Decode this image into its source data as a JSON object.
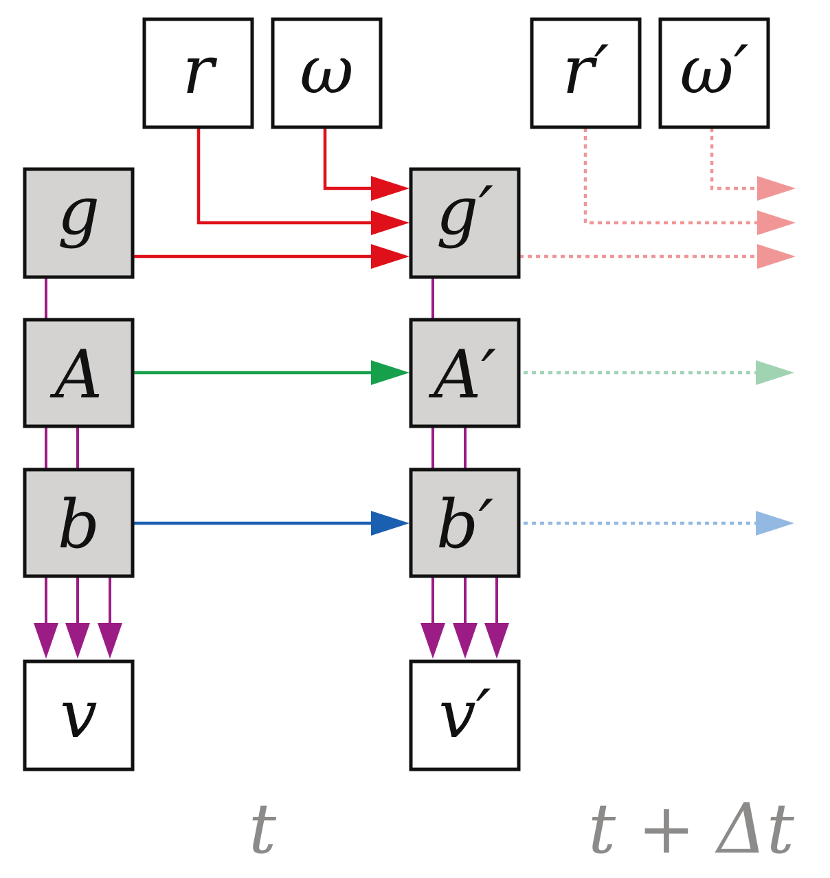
{
  "nodes": {
    "r": "r",
    "omega": "ω",
    "r_prime": "r′",
    "omega_prime": "ω′",
    "g": "g",
    "g_prime": "g′",
    "A": "A",
    "A_prime": "A′",
    "b": "b",
    "b_prime": "b′",
    "v": "v",
    "v_prime": "v′"
  },
  "time_labels": {
    "t": "t",
    "t_plus_dt": "t + Δt"
  },
  "colors": {
    "red": "#e0101a",
    "green": "#17a04c",
    "blue": "#1a5fb0",
    "purple": "#9c1c86",
    "red_faded": "#f09696",
    "green_faded": "#9fd3b2",
    "blue_faded": "#93b9e2",
    "box_gray": "#d4d3d1",
    "time_gray": "#8d8b89"
  }
}
